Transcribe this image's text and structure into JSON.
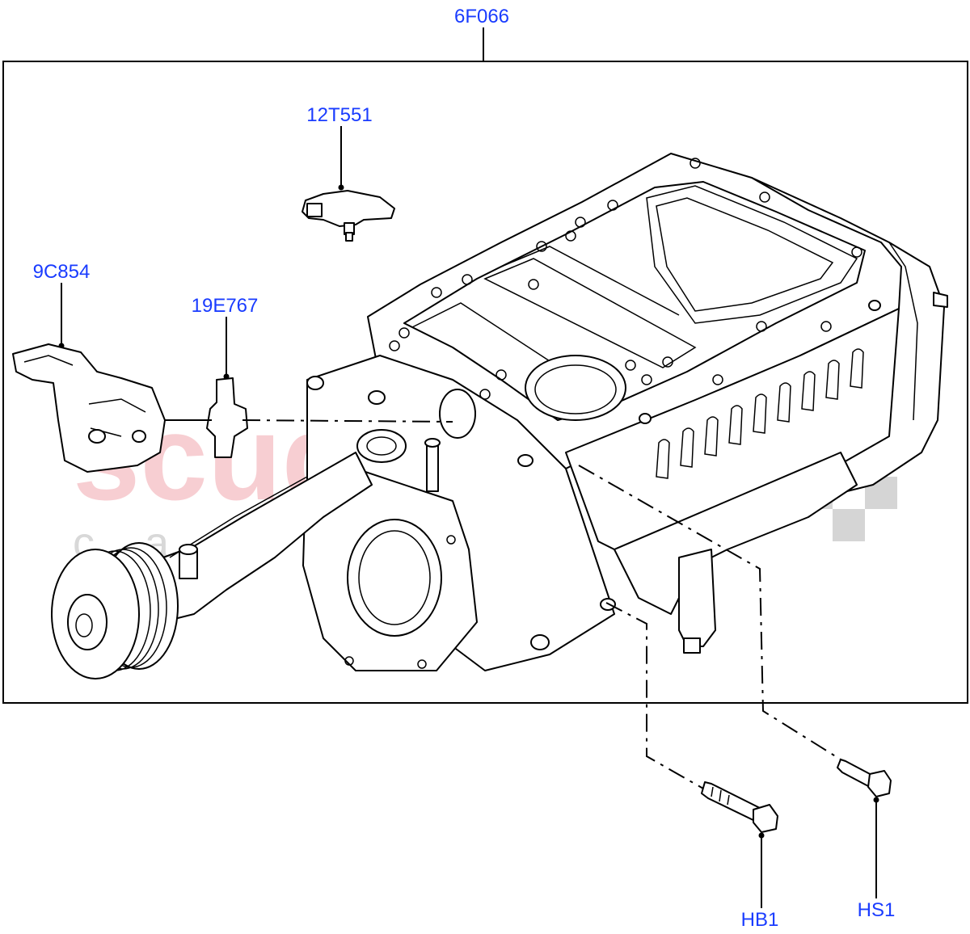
{
  "diagram": {
    "callouts": {
      "assembly": "6F066",
      "sensor_top": "12T551",
      "actuator": "9C854",
      "bracket": "19E767",
      "bolt_left": "HB1",
      "bolt_right": "HS1"
    },
    "watermark": {
      "brand": "scuderia",
      "sub": "car parts"
    },
    "colors": {
      "callout_text": "#1a3cff",
      "watermark_red": "#f2a7ae",
      "watermark_grey": "#c8c8c8"
    }
  }
}
